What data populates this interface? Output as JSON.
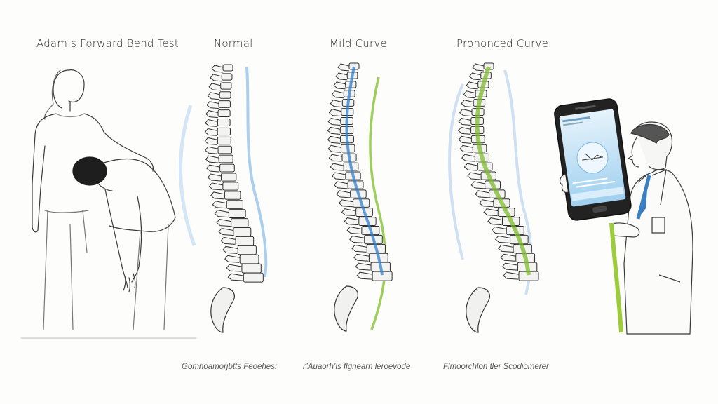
{
  "titles": {
    "adams_test": "Adam’s Forward Bend Test",
    "normal": "Normal",
    "mild": "Mild Curve",
    "pronounced": "Prononced Curve"
  },
  "captions": {
    "left": "Gomnoamorjbtts Feoehes:",
    "middle": "r’Auaorh’ls flgnearn leroevode",
    "right": "Flmoorchlon tler Scodiomerer"
  },
  "colors": {
    "normal_accent": "#6aa9e0",
    "mild_spine_accent": "#2f7fcc",
    "mild_curve_line": "#8cc63f",
    "pronounced_spine_accent": "#7dbb2e",
    "pronounced_curve_line": "#b9d3ec",
    "tie": "#3a7fc4",
    "phone_screen": "#cfe6f6",
    "tape": "#9ccc3a"
  },
  "icons": {
    "phone": "smartphone-scoliometer",
    "spine": "vertebral-column"
  }
}
